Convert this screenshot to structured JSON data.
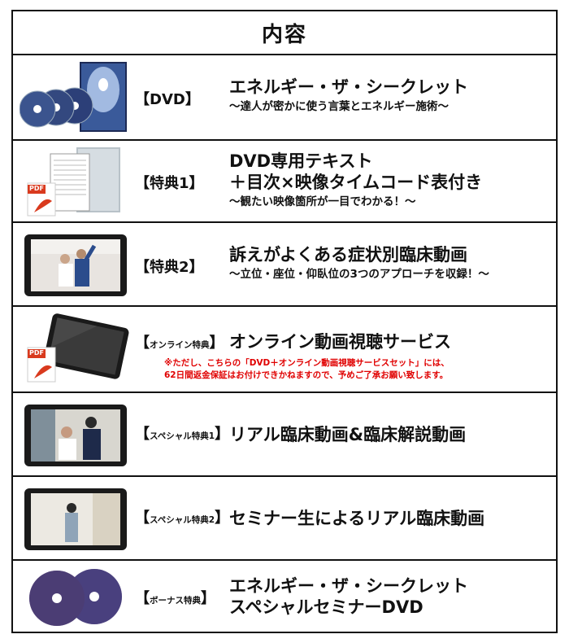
{
  "header": {
    "title": "内容"
  },
  "rows": [
    {
      "badge": "【DVD】",
      "main": [
        "エネルギー・ザ・シークレット"
      ],
      "sub": "〜達人が密かに使う言葉とエネルギー施術〜"
    },
    {
      "badge": "【特典1】",
      "main": [
        "DVD専用テキスト",
        "＋目次×映像タイムコード表付き"
      ],
      "sub": "〜観たい映像箇所が一目でわかる！〜",
      "pdf_label": "PDF"
    },
    {
      "badge": "【特典2】",
      "main": [
        "訴えがよくある症状別臨床動画"
      ],
      "sub": "〜立位・座位・仰臥位の3つのアプローチを収録！〜"
    },
    {
      "badge_prefix": "【",
      "badge_text": "オンライン特典",
      "badge_suffix": "】",
      "main": [
        "オンライン動画視聴サービス"
      ],
      "notes": [
        "※ただし、こちらの「DVD＋オンライン動画視聴サービスセット」には、",
        "62日間返金保証はお付けできかねますので、予めご了承お願い致します。"
      ],
      "pdf_label": "PDF"
    },
    {
      "badge_prefix": "【",
      "badge_text": "スペシャル特典1",
      "badge_suffix": "】",
      "main": [
        "リアル臨床動画&臨床解説動画"
      ]
    },
    {
      "badge_prefix": "【",
      "badge_text": "スペシャル特典2",
      "badge_suffix": "】",
      "main": [
        "セミナー生によるリアル臨床動画"
      ]
    },
    {
      "badge_prefix": "【",
      "badge_text": "ボーナス特典",
      "badge_suffix": "】",
      "main": [
        "エネルギー・ザ・シークレット",
        "スペシャルセミナーDVD"
      ]
    }
  ],
  "colors": {
    "border": "#111111",
    "note_red": "#e00000",
    "pdf_red": "#d93a1e",
    "tablet_frame": "#1a1a1a"
  }
}
